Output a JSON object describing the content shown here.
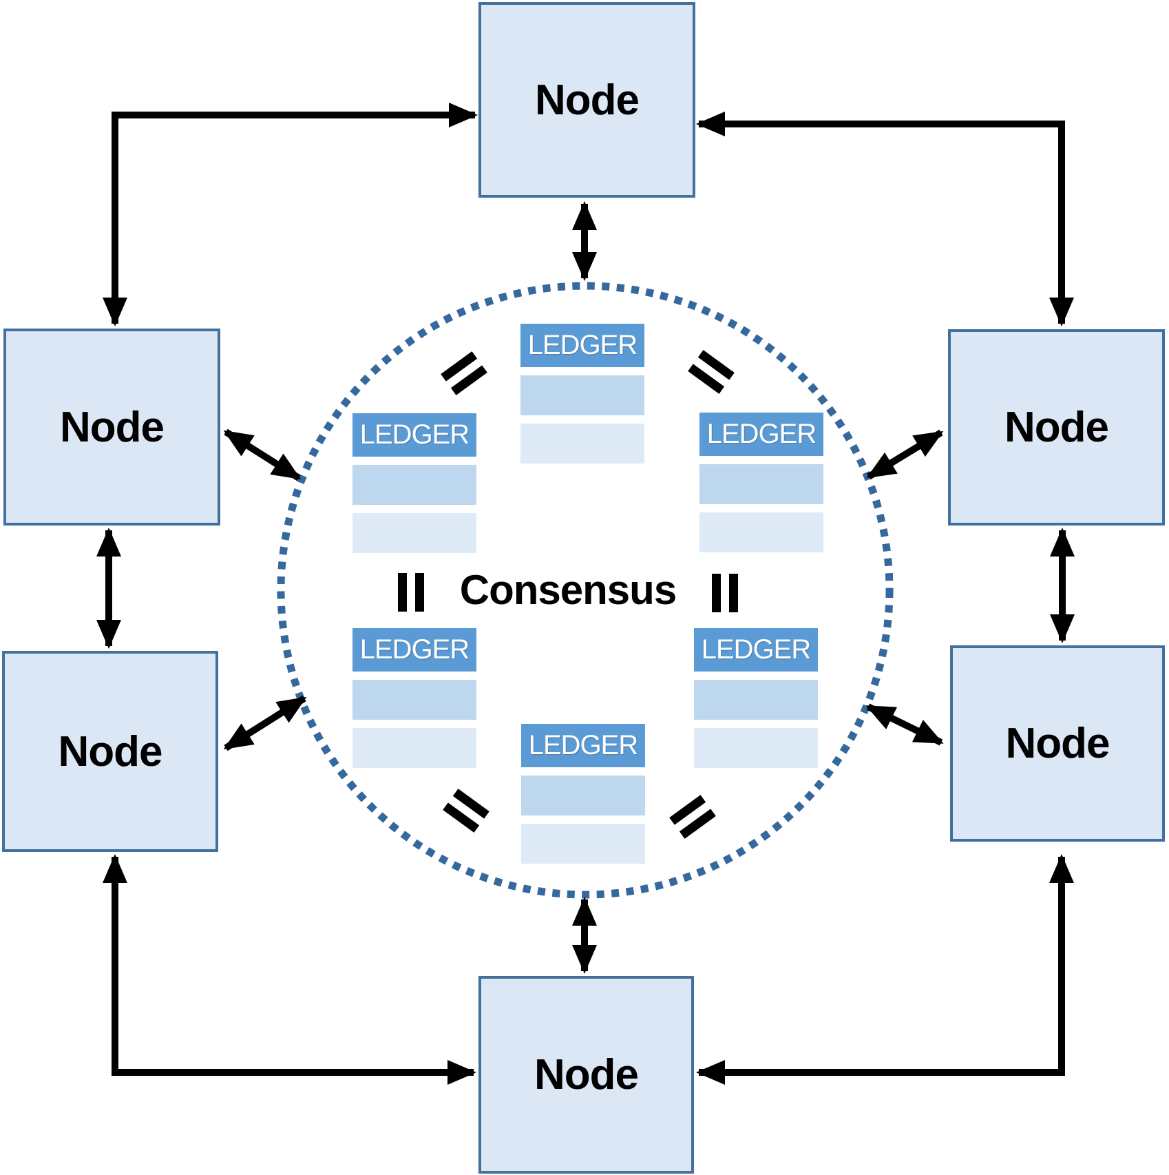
{
  "diagram": {
    "description": "Peer-to-peer blockchain consensus network diagram: six Node boxes interconnected by double-headed arrows around a dotted consensus circle holding six equal replicated ledgers"
  },
  "nodes": [
    {
      "id": "top",
      "label": "Node"
    },
    {
      "id": "left-upper",
      "label": "Node"
    },
    {
      "id": "left-lower",
      "label": "Node"
    },
    {
      "id": "right-upper",
      "label": "Node"
    },
    {
      "id": "right-lower",
      "label": "Node"
    },
    {
      "id": "bottom",
      "label": "Node"
    }
  ],
  "consensus": {
    "label": "Consensus"
  },
  "ledgers": [
    {
      "id": "top-center",
      "label": "LEDGER"
    },
    {
      "id": "mid-left",
      "label": "LEDGER"
    },
    {
      "id": "mid-right",
      "label": "LEDGER"
    },
    {
      "id": "lower-left",
      "label": "LEDGER"
    },
    {
      "id": "lower-right",
      "label": "LEDGER"
    },
    {
      "id": "bottom-center",
      "label": "LEDGER"
    }
  ],
  "icons": {
    "equals_sign_count": 6,
    "equals_meaning": "all ledgers are equal / synchronized"
  },
  "colors": {
    "node_fill": "#dbe7f4",
    "node_border": "#41719c",
    "ledger_header": "#5b9bd5",
    "ledger_header_text": "#ffffff",
    "ledger_row_medium": "#bdd7ee",
    "ledger_row_light": "#deebf7",
    "circle_dotted": "#35689d",
    "arrow": "#000000",
    "label_text": "#000000",
    "background": "#ffffff"
  }
}
